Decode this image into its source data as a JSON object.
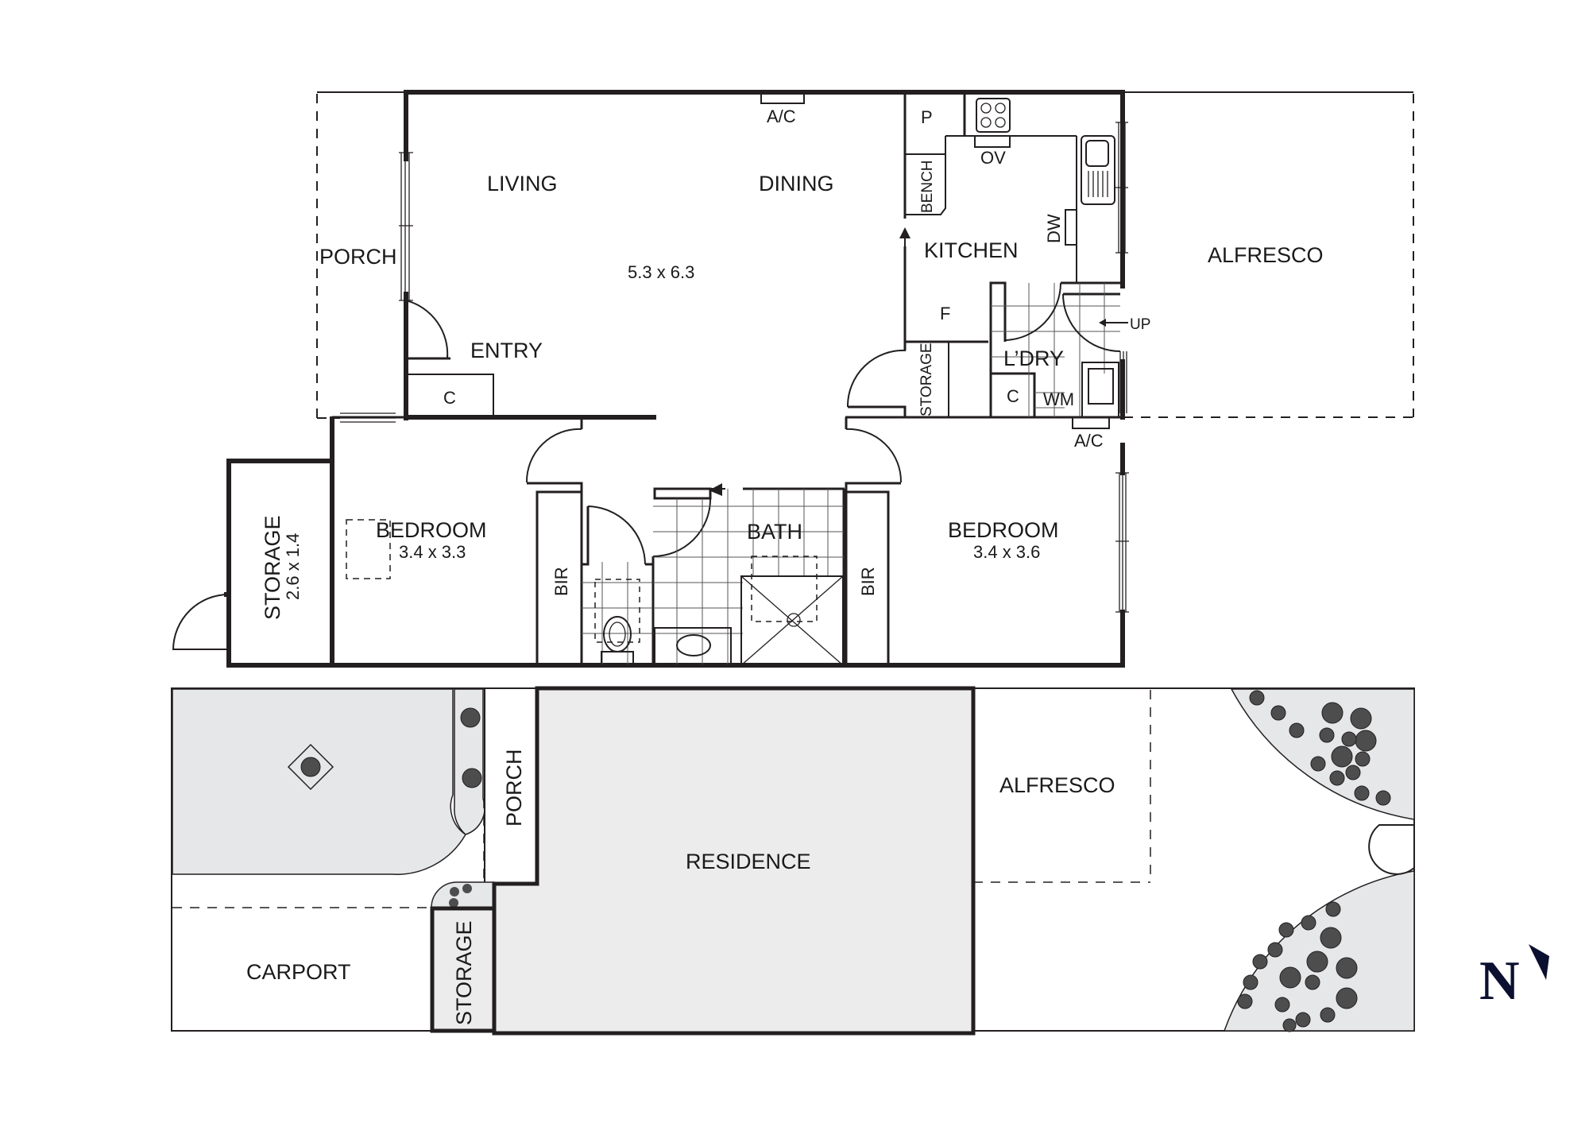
{
  "floor_plan": {
    "rooms": {
      "living": {
        "label": "LIVING"
      },
      "dining": {
        "label": "DINING"
      },
      "living_dining_size": {
        "label": "5.3 x 6.3"
      },
      "porch": {
        "label": "PORCH"
      },
      "entry": {
        "label": "ENTRY"
      },
      "entry_cupboard": {
        "label": "C"
      },
      "ac_top": {
        "label": "A/C"
      },
      "pantry": {
        "label": "P"
      },
      "oven": {
        "label": "OV"
      },
      "bench": {
        "label": "BENCH"
      },
      "kitchen": {
        "label": "KITCHEN"
      },
      "dishwasher": {
        "label": "DW"
      },
      "fridge": {
        "label": "F"
      },
      "alfresco": {
        "label": "ALFRESCO"
      },
      "up": {
        "label": "UP"
      },
      "laundry": {
        "label": "L’DRY"
      },
      "hall_storage": {
        "label": "STORAGE"
      },
      "laundry_cupboard": {
        "label": "C"
      },
      "washing_machine": {
        "label": "WM"
      },
      "ac_bedroom": {
        "label": "A/C"
      },
      "bedroom1": {
        "label": "BEDROOM",
        "size": "3.4 x 3.3"
      },
      "bir1": {
        "label": "BIR"
      },
      "bath": {
        "label": "BATH"
      },
      "bir2": {
        "label": "BIR"
      },
      "bedroom2": {
        "label": "BEDROOM",
        "size": "3.4 x 3.6"
      },
      "storage_ext": {
        "label": "STORAGE",
        "size": "2.6 x 1.4"
      }
    }
  },
  "site_plan": {
    "porch": {
      "label": "PORCH"
    },
    "residence": {
      "label": "RESIDENCE"
    },
    "alfresco": {
      "label": "ALFRESCO"
    },
    "carport": {
      "label": "CARPORT"
    },
    "storage": {
      "label": "STORAGE"
    }
  },
  "north_indicator": {
    "label": "N"
  },
  "colors": {
    "wall": "#231f20",
    "garden_fill": "#e6e7e9",
    "residence_fill": "#ececec",
    "north": "#0b1030"
  }
}
